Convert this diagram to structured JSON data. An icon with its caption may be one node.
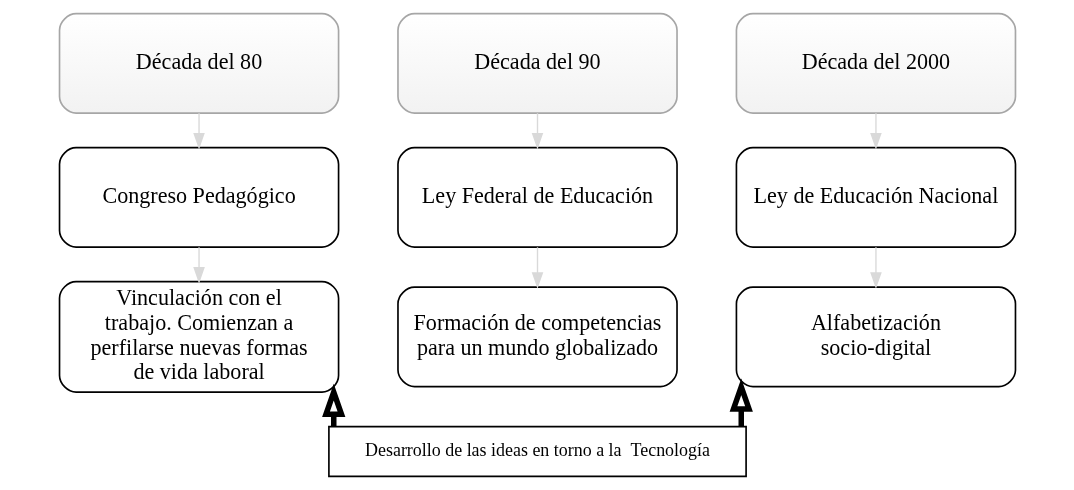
{
  "diagram": {
    "nodes": [
      {
        "text": [
          "Década del 80"
        ]
      },
      {
        "text": [
          "Década del 90"
        ]
      },
      {
        "text": [
          "Década del 2000"
        ]
      },
      {
        "text": [
          "Congreso Pedagógico"
        ]
      },
      {
        "text": [
          "Ley Federal de Educación"
        ]
      },
      {
        "text": [
          "Ley de Educación Nacional"
        ]
      },
      {
        "text": [
          "Vinculación con el trabajo. Comienzan a perfilarse nuevas formas de vida laboral"
        ]
      },
      {
        "text": [
          "Formación de competencias para un mundo globalizado"
        ]
      },
      {
        "text": [
          "Alfabetización socio-digital"
        ]
      },
      {
        "text": [
          "Desarrollo de las ideas en torno a la  Tecnología"
        ]
      }
    ],
    "edges": [
      {
        "from": 0,
        "to": 3,
        "arrow": "to",
        "color": "#d9d9d9"
      },
      {
        "from": 3,
        "to": 6,
        "arrow": "to",
        "color": "#d9d9d9"
      },
      {
        "from": 1,
        "to": 4,
        "arrow": "to",
        "color": "#d9d9d9"
      },
      {
        "from": 4,
        "to": 7,
        "arrow": "to",
        "color": "#d9d9d9"
      },
      {
        "from": 2,
        "to": 5,
        "arrow": "to",
        "color": "#d9d9d9"
      },
      {
        "from": 5,
        "to": 8,
        "arrow": "to",
        "color": "#d9d9d9"
      },
      {
        "from": 9,
        "to": 6,
        "arrow": "to",
        "style": "thick",
        "color": "#000000"
      },
      {
        "from": 9,
        "to": 8,
        "arrow": "to",
        "style": "thick",
        "color": "#000000"
      }
    ]
  }
}
